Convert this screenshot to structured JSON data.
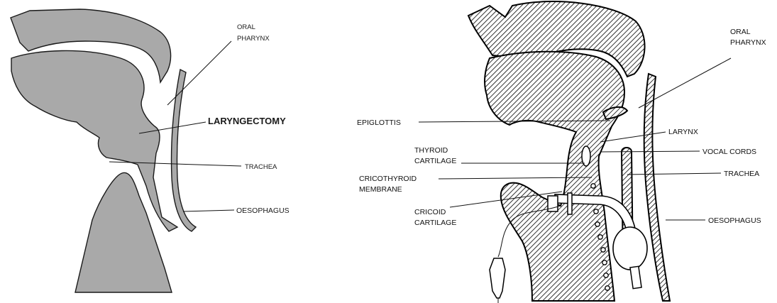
{
  "left_diagram": {
    "labels": {
      "oral_pharynx_1": "ORAL",
      "oral_pharynx_2": "PHARYNX",
      "laryngectomy": "LARYNGECTOMY",
      "trachea": "TRACHEA",
      "oesophagus": "OESOPHAGUS"
    }
  },
  "right_diagram": {
    "labels": {
      "oral_pharynx_1": "ORAL",
      "oral_pharynx_2": "PHARYNX",
      "epiglottis": "EPIGLOTTIS",
      "larynx": "LARYNX",
      "thyroid_1": "THYROID",
      "thyroid_2": "CARTILAGE",
      "vocal_cords": "VOCAL CORDS",
      "cricothyroid_1": "CRICOTHYROID",
      "cricothyroid_2": "MEMBRANE",
      "trachea": "TRACHEA",
      "cricoid_1": "CRICOID",
      "cricoid_2": "CARTILAGE",
      "oesophagus": "OESOPHAGUS"
    }
  },
  "colors": {
    "grey_fill": "#a9a9a9",
    "ink": "#111111"
  }
}
